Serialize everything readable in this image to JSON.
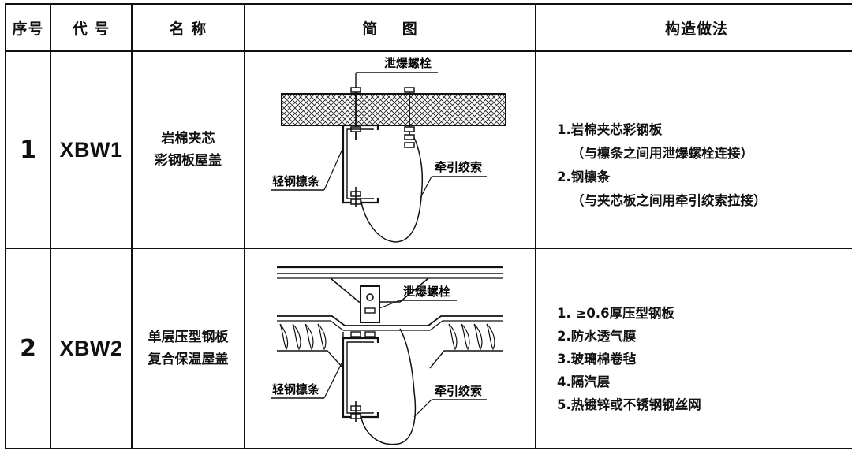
{
  "header": {
    "seq": "序号",
    "code": "代 号",
    "name": "名 称",
    "figure": "简    图",
    "method": "构造做法"
  },
  "rows": [
    {
      "seq": "1",
      "code": "XBW1",
      "name_lines": [
        "岩棉夹芯",
        "彩钢板屋盖"
      ],
      "figure_labels": {
        "bolt": "泄爆螺栓",
        "purlin": "轻钢檩条",
        "cable": "牵引绞索"
      },
      "method_lines": [
        "1.岩棉夹芯彩钢板",
        "（与檩条之间用泄爆螺栓连接）",
        "2.钢檩条",
        "（与夹芯板之间用牵引绞索拉接）"
      ]
    },
    {
      "seq": "2",
      "code": "XBW2",
      "name_lines": [
        "单层压型钢板",
        "复合保温屋盖"
      ],
      "figure_labels": {
        "bolt": "泄爆螺栓",
        "purlin": "轻钢檩条",
        "cable": "牵引绞索"
      },
      "method_lines": [
        "1. ≥0.6厚压型钢板",
        "2.防水透气膜",
        "3.玻璃棉卷毡",
        "4.隔汽层",
        "5.热镀锌或不锈钢钢丝网"
      ]
    }
  ]
}
